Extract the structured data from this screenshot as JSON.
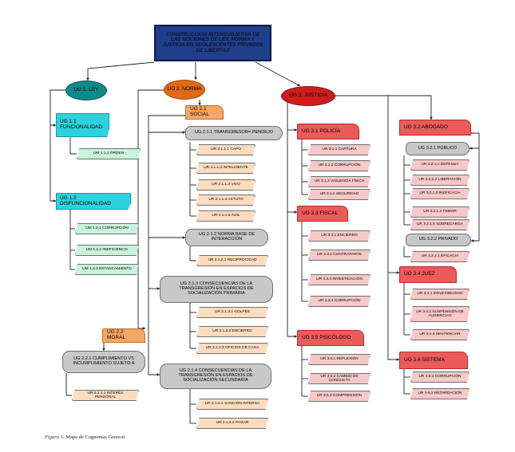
{
  "title": "CONSTRUCCIÓN INTERSUBJETIVA DE LAS NOCIONES DE LEY, NORMA Y JUSTICIA EN ADOLESCENTES PRIVADOS DE LIBERTAD",
  "caption": {
    "label": "Figura 1.",
    "text": " Mapa de Cognemas General"
  },
  "colors": {
    "title": "#1f3f8c",
    "ley": "#0e8a8a",
    "ley_light": "#2ed2dc",
    "ley_leaf": "#c9f2dd",
    "norma": "#e06a16",
    "norma_tab": "#f6a765",
    "norma_leaf": "#fbdcbf",
    "justicia": "#cf1d1d",
    "justicia_tab": "#ec5a5a",
    "justicia_leaf": "#f6c8c8",
    "gray": "#c8c8c8",
    "line": "#222222"
  },
  "nodes": {
    "ley": "UG 1. LEY",
    "ley_func": "UG 1.1 FUNCIONALIDAD",
    "ley_func_1": "UM 1.1.1 ORDEN",
    "ley_disf": "UG 1.2 DISFUNCIONALIDAD",
    "ley_disf_1": "UM 1.2.1 CORRUPCIÓN",
    "ley_disf_2": "UM 1.2.2 INEFICIENCIA",
    "ley_disf_3": "UM 1.2.3 ESTANCAMIENTO",
    "norma": "UG 2. NORMA",
    "social": "UG 2.1 SOCIAL",
    "transgresor": "UG 2.1.1 TRANSGRESOR= PENDEJO",
    "capo": "UR 2.1.1.1 CAPO",
    "inteligente": "UR 2.1.1.2 INTELIGENTE",
    "vivo": "UR 2.1.1.3 VIVO",
    "astuto": "UR 2.1.1.4 ASTUTO",
    "agil": "UR 2.1.1.5 ÁGIL",
    "norma_base": "UG 2.1.2 NORMA BASE DE INTERACCIÓN",
    "reciprocidad": "UR 2.1.2.1 RECIPROCIDAD",
    "cons_primaria": "UG 2.1.3 CONSECUENCIAS DE LA TRANSGRESIÓN EN ESPACIOS DE SOCIALIZACIÓN PRIMARIA",
    "golpes": "UR 2.1.3.1 GOLPES",
    "encierro_n": "UR 2.1.3.2 ENCIERRO",
    "oficios": "UR 2.1.3.3 OFICIOS DE CASA",
    "cons_secundaria": "UG 2.1.4 CONSECUENCIAS DE LA TRANSGRESIÓN EN ESPACIOS DE SOCIALIZACIÓN SECUNDARIA",
    "sancion": "UR 2.1.4.1 SANCIÓN INTERNA",
    "pagar": "UR 2.1.4.2 PAGAR",
    "moral": "UG 2.2 MORAL",
    "cumplimiento": "UG 2.2.1 CUMPLIMIENTO VS INCUMPLIMIENTO SUJETO A",
    "interes": "UR 2.2.1.1 INTERÉS PERSONAL",
    "justicia": "UG 3. JUSTICIA",
    "policia": "UG 3.1 POLICÍA",
    "captura": "UR 3.1.1 CAPTURA",
    "corrupcion_p": "UR 3.1.2 CORRUPCIÓN",
    "violencia": "UR 3.1.3 VIOLENCIA FÍSICA",
    "seguridad": "UR 3.1.4 SEGURIDAD",
    "fiscal": "UG 3.3 FISCAL",
    "encierro_f": "UR 3.3.1 ENCIERRO",
    "contraparte": "UR 3.3.2 CONTRAPARTE",
    "investigacion": "UR 3.3.3 INVESTIGACIÓN",
    "corrupcion_f": "UR 3.3.4 CORRUPCIÓN",
    "psicologo": "UG 3.5 PSICÓLOGO",
    "reflexion": "UR 3.5.1 REFLEXIÓN",
    "cambio": "UR 3.5.2 CAMBIO DE CONDUCTA",
    "comprension": "UR 3.5.3 COMPRENSIÓN",
    "abogado": "UG 3.2 ABOGADO",
    "publico": "UG 3.2.1 PÚBLICO",
    "defensa": "UR 3.2.1.1 DEFENSA",
    "liberacion": "UR 3.2.1.2 LIBERACIÓN",
    "ineficacia": "UR 3.2.1.3 INEFICACIA",
    "temor": "UR 3.2.1.4 TEMOR",
    "sobrecarga": "UR 3.2.1.5 SOBRECARGA",
    "privado": "UG 3.2.2 PRIVADO",
    "eficacia": "UR 3.2.2.1 EFICACIA",
    "juez": "UG 3.4 JUEZ",
    "inflexibilidad": "UR 3.4.1 INFLEXIBILIDAD",
    "suspension": "UR 3.4.2 SUSPENSIÓN DE AUDIENCIAS",
    "sentenciar": "UR 3.4.3 SENTENCIAR",
    "sistema": "UG 3.6 SISTEMA",
    "corrupcion_s": "UR 3.6.1 CORRUPCIÓN",
    "retardacion": "UR 3.6.2 RETARDACIÓN"
  }
}
